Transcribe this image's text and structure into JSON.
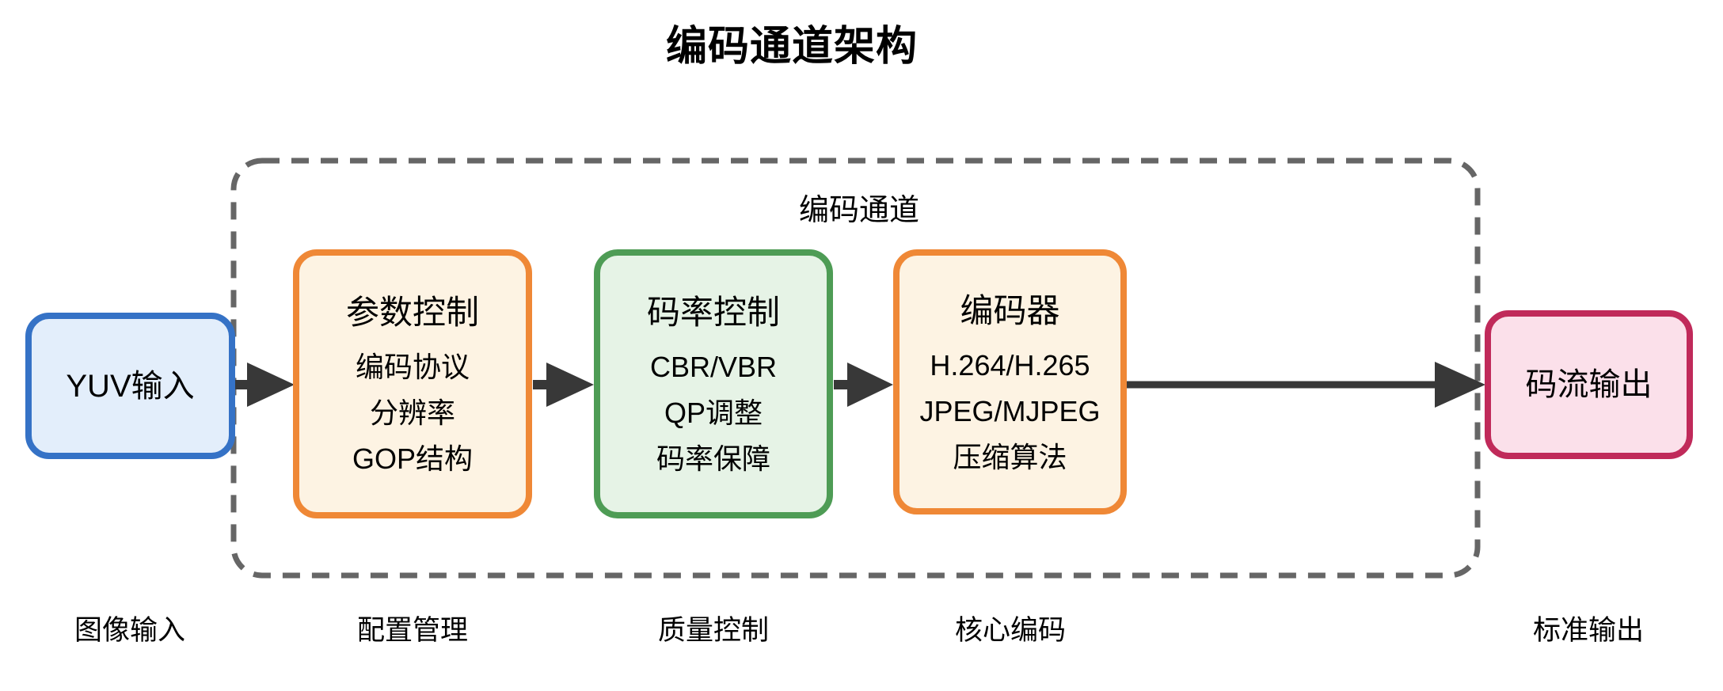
{
  "title": "编码通道架构",
  "channel": {
    "label": "编码通道"
  },
  "nodes": [
    {
      "id": "yuv-input",
      "title": "YUV输入",
      "caption": "图像输入"
    },
    {
      "id": "param-control",
      "title": "参数控制",
      "lines": [
        "编码协议",
        "分辨率",
        "GOP结构"
      ],
      "caption": "配置管理"
    },
    {
      "id": "rate-control",
      "title": "码率控制",
      "lines": [
        "CBR/VBR",
        "QP调整",
        "码率保障"
      ],
      "caption": "质量控制"
    },
    {
      "id": "encoder",
      "title": "编码器",
      "lines": [
        "H.264/H.265",
        "JPEG/MJPEG",
        "压缩算法"
      ],
      "caption": "核心编码"
    },
    {
      "id": "stream-output",
      "title": "码流输出",
      "caption": "标准输出"
    }
  ],
  "colors": {
    "input_border": "#3572C6",
    "input_fill": "#E3EEFB",
    "warm_border": "#EF8836",
    "warm_fill": "#FDF3E3",
    "green_border": "#4E9C55",
    "green_fill": "#E6F3E6",
    "output_border": "#C02A5A",
    "output_fill": "#FBE0EA",
    "arrow": "#383838",
    "channel_boundary": "#666666"
  }
}
